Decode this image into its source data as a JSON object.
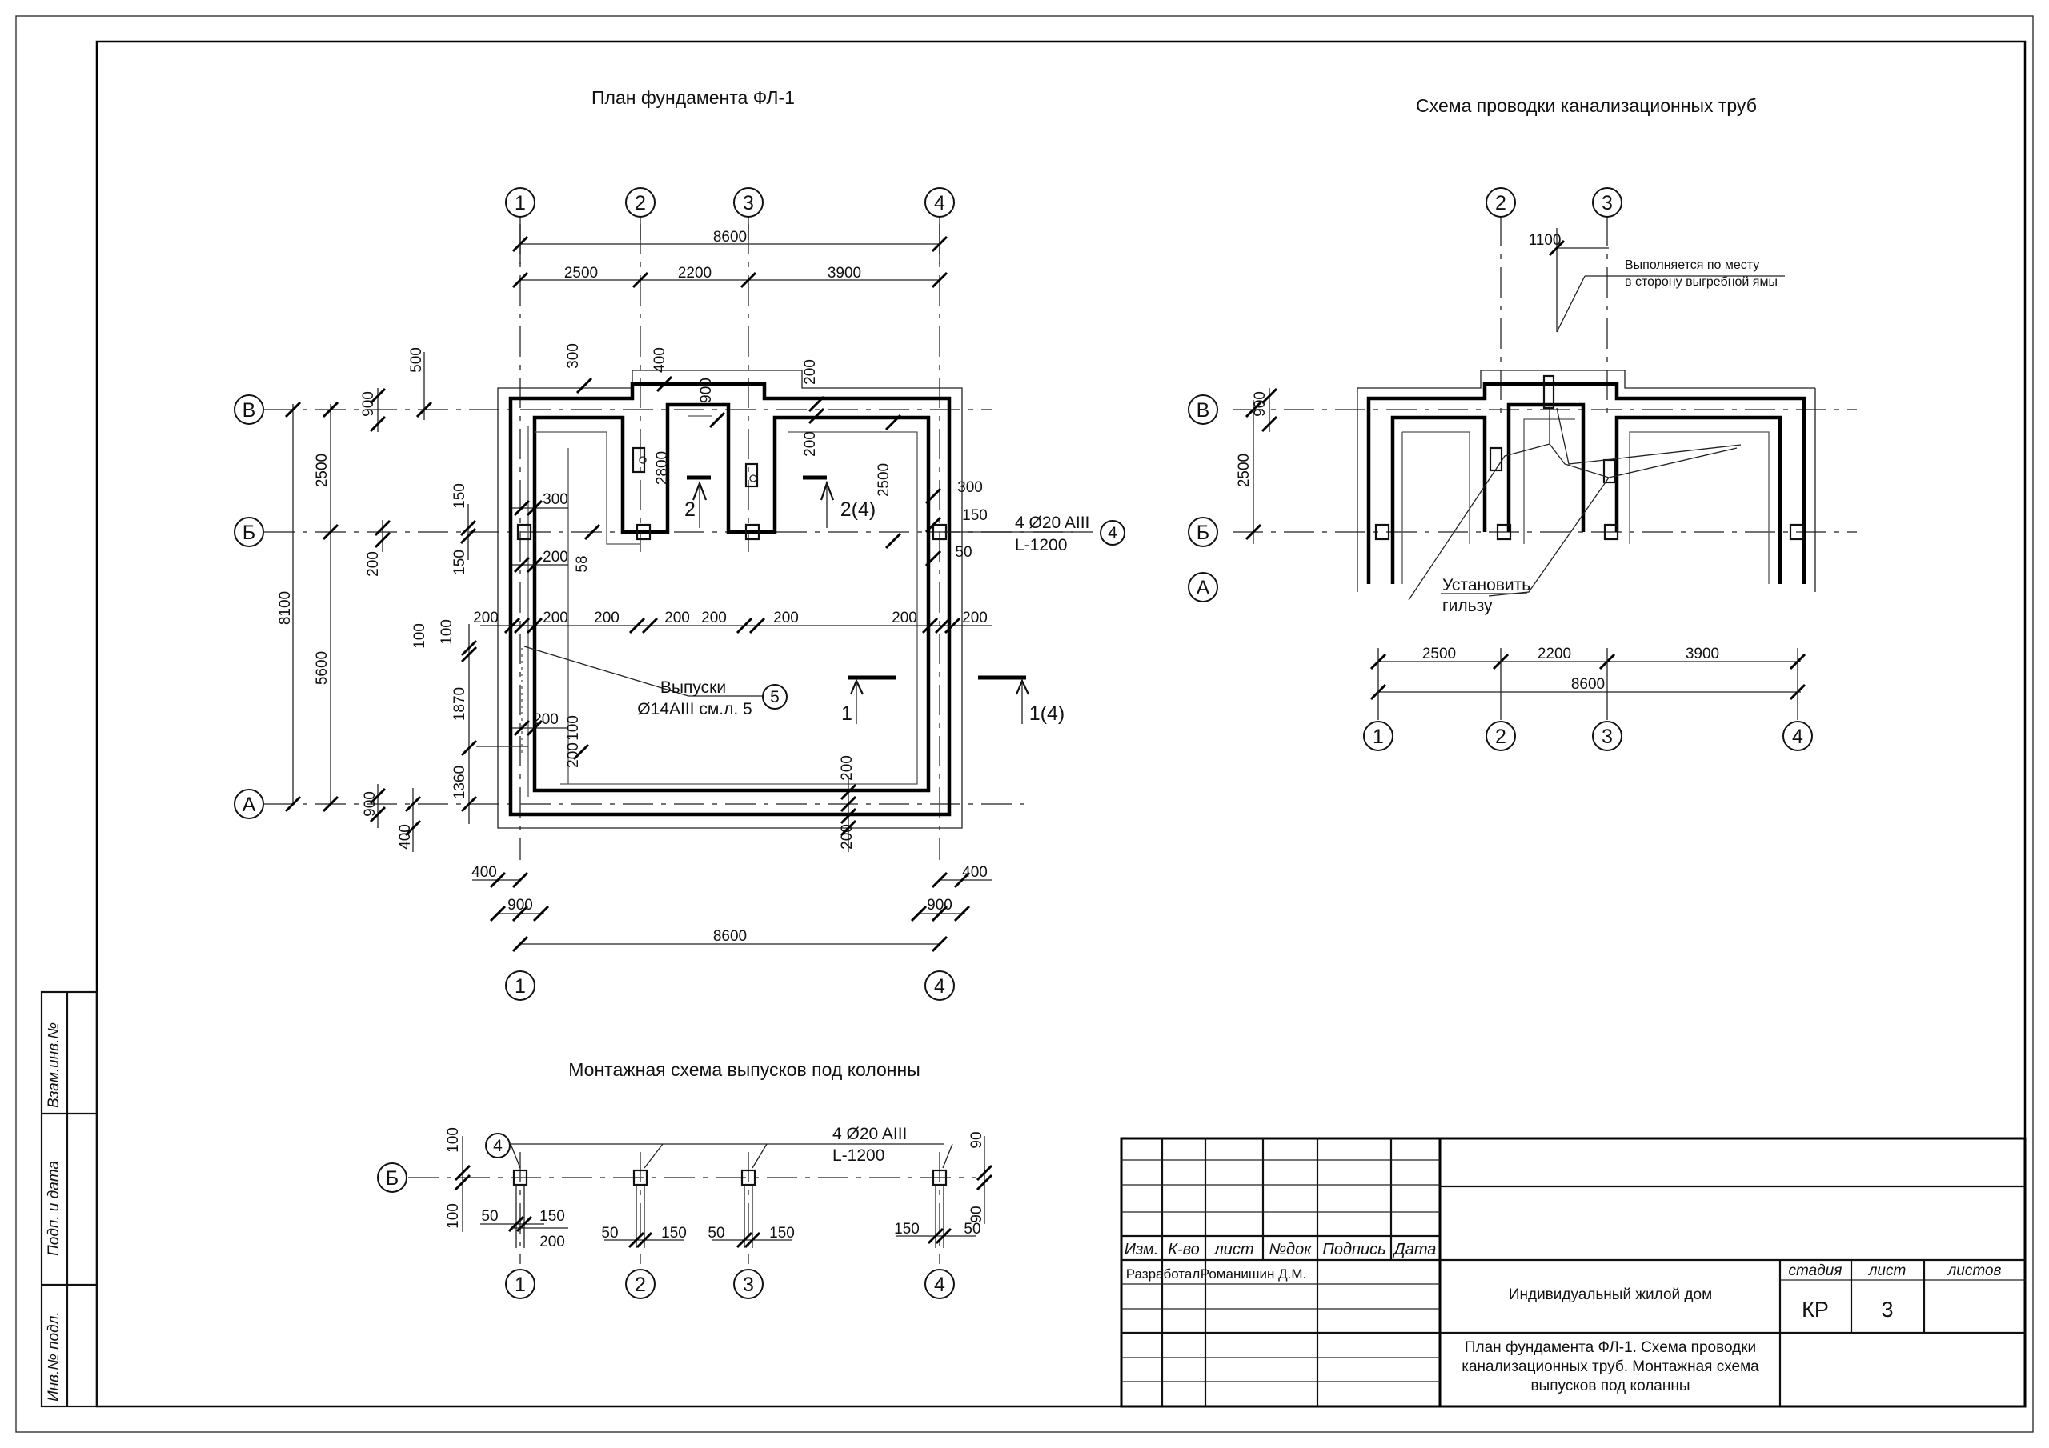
{
  "titles": {
    "foundation_plan": "План  фундамента  ФЛ-1",
    "sewer_scheme": "Схема проводки канализационных труб",
    "mounting_scheme": "Монтажная схема выпусков под колонны"
  },
  "axes": {
    "numeric": [
      "1",
      "2",
      "3",
      "4"
    ],
    "letter": [
      "В",
      "Б",
      "А"
    ]
  },
  "plan": {
    "dims_top": [
      "8600",
      "2500",
      "2200",
      "3900"
    ],
    "dims_bottom": [
      "400",
      "400",
      "900",
      "900",
      "8600"
    ],
    "dims_left": [
      "500",
      "900",
      "2500",
      "200",
      "8100",
      "5600",
      "100",
      "100",
      "1870",
      "1360",
      "900",
      "400",
      "150",
      "150"
    ],
    "dims_inner": [
      "300",
      "400",
      "900",
      "200",
      "200",
      "2800",
      "200",
      "2500",
      "300",
      "150",
      "50",
      "58",
      "300",
      "200",
      "200",
      "200",
      "200",
      "200",
      "200",
      "200",
      "200",
      "200",
      "200",
      "200",
      "200",
      "100",
      "100",
      "200",
      "200",
      "200",
      "200"
    ],
    "section_marks": [
      "2",
      "2(4)",
      "1",
      "1(4)"
    ],
    "rebar_callout": {
      "label1": "4 Ø20 AIII",
      "label2": "L-1200",
      "ref": "4"
    },
    "outlets_callout": {
      "label1": "Выпуски",
      "label2": "Ø14AIII см.л. 5",
      "ref": "5"
    }
  },
  "sewer": {
    "dims": [
      "1100",
      "900",
      "2500",
      "2500",
      "2200",
      "3900",
      "8600"
    ],
    "note1": "Выполняется по месту",
    "note2": "в сторону выгребной ямы",
    "sleeve1": "Установить",
    "sleeve2": "гильзу"
  },
  "mounting": {
    "rebar_label1": "4 Ø20 AIII",
    "rebar_label2": "L-1200",
    "ref": "4",
    "dims": [
      "100",
      "100",
      "50",
      "150",
      "200",
      "50",
      "150",
      "50",
      "150",
      "150",
      "50",
      "90",
      "90"
    ]
  },
  "sidebar": {
    "cell1": "Взам.инв.№",
    "cell2": "Подп. и дата",
    "cell3": "Инв.№ подл."
  },
  "stamp": {
    "headers": [
      "Изм.",
      "К-во",
      "лист",
      "№док",
      "Подпись",
      "Дата"
    ],
    "developed_label": "Разработал",
    "developer": "Романишин Д.М.",
    "project": "Индивидуальный  жилой  дом",
    "stage_h": "стадия",
    "sheet_h": "лист",
    "sheets_h": "листов",
    "stage": "КР",
    "sheet": "3",
    "sheets": "",
    "description_lines": [
      "План  фундамента ФЛ-1. Схема проводки",
      "канализационных труб. Монтажная схема",
      "выпусков под коланны"
    ]
  }
}
